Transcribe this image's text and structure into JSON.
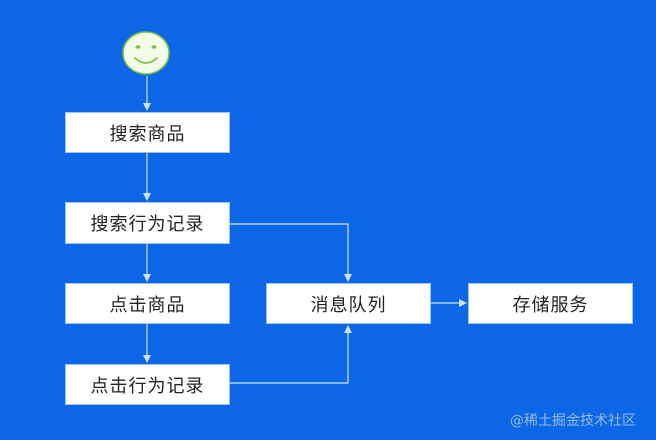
{
  "diagram": {
    "start_icon": "smiley-face-icon",
    "nodes": {
      "search_products": "搜索商品",
      "search_behavior_log": "搜索行为记录",
      "click_product": "点击商品",
      "click_behavior_log": "点击行为记录",
      "message_queue": "消息队列",
      "storage_service": "存储服务"
    },
    "colors": {
      "background": "#0b67e6",
      "node_fill": "#ffffff",
      "edge": "#cfe2fb",
      "face_fill": "#f2fbe6",
      "face_stroke": "#7dbf4a"
    }
  },
  "watermark": "@稀土掘金技术社区"
}
